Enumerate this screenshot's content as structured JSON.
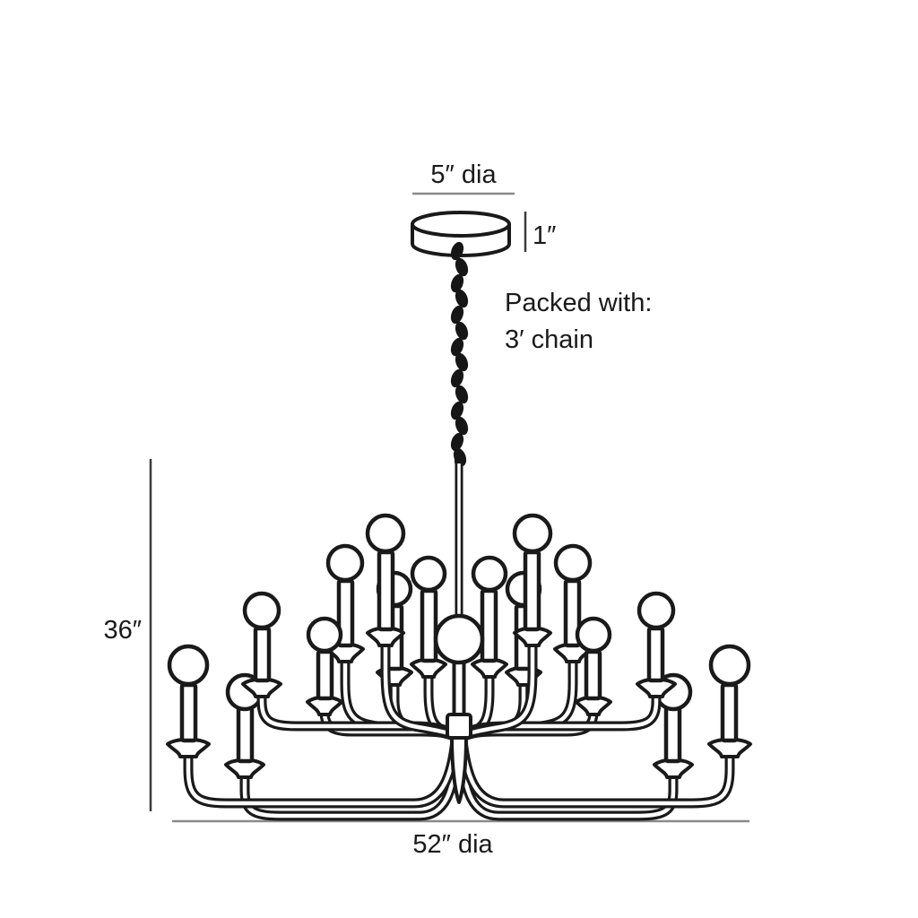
{
  "diagram": {
    "title_semantic": "chandelier dimension diagram",
    "canopy_diameter_label": "5″ dia",
    "canopy_height_label": "1″",
    "packed_with_line1": "Packed with:",
    "packed_with_line2": "3′ chain",
    "fixture_height_label": "36″",
    "fixture_diameter_label": "52″ dia"
  },
  "colors": {
    "ink": "#1a1a1a",
    "dimension_line_gray": "#8a8a8a",
    "dimension_line_dark": "#3a3a3a",
    "background": "#ffffff"
  }
}
